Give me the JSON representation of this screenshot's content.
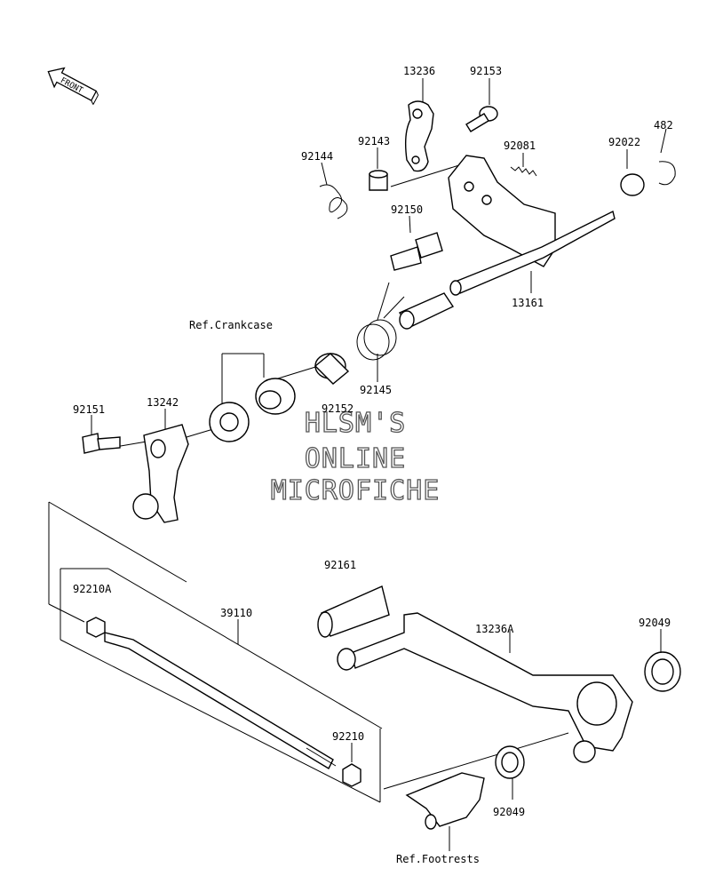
{
  "watermark": [
    "HLSM'S",
    "ONLINE",
    "MICROFICHE"
  ],
  "direction_badge": "FRONT",
  "labels": {
    "p13236": "13236",
    "p92153": "92153",
    "p92143": "92143",
    "p92144": "92144",
    "p92081": "92081",
    "p92022": "92022",
    "p482": "482",
    "p92150": "92150",
    "p13161": "13161",
    "ref_crankcase": "Ref.Crankcase",
    "p92145": "92145",
    "p92151": "92151",
    "p13242": "13242",
    "p92152": "92152",
    "p92161": "92161",
    "p92210a": "92210A",
    "p39110": "39110",
    "p13236a": "13236A",
    "p92049_top": "92049",
    "p92210": "92210",
    "p92049_bottom": "92049",
    "ref_footrests": "Ref.Footrests"
  }
}
